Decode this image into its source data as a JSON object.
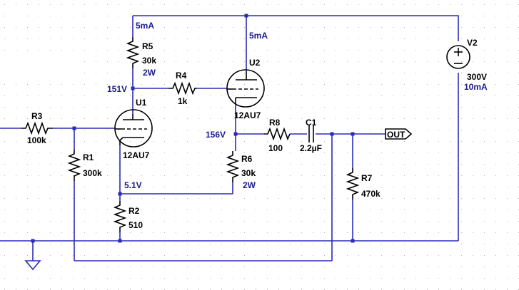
{
  "annotations": {
    "i_r5": "5mA",
    "i_u2": "5mA",
    "v_u1_plate": "151V",
    "v_u2_cathode": "156V",
    "v_cathode": "5.1V"
  },
  "components": {
    "r1": {
      "name": "R1",
      "value": "300k"
    },
    "r2": {
      "name": "R2",
      "value": "510"
    },
    "r3": {
      "name": "R3",
      "value": "100k"
    },
    "r4": {
      "name": "R4",
      "value": "1k"
    },
    "r5": {
      "name": "R5",
      "value": "30k",
      "power": "2W"
    },
    "r6": {
      "name": "R6",
      "value": "30k",
      "power": "2W"
    },
    "r7": {
      "name": "R7",
      "value": "470k"
    },
    "r8": {
      "name": "R8",
      "value": "100"
    },
    "c1": {
      "name": "C1",
      "value": "2.2µF"
    },
    "u1": {
      "name": "U1",
      "model": "12AU7"
    },
    "u2": {
      "name": "U2",
      "model": "12AU7"
    },
    "v2": {
      "name": "V2",
      "voltage": "300V",
      "current": "10mA"
    }
  },
  "output_label": "OUT",
  "colors": {
    "wire": "#2b2bb5",
    "annotation": "#1a1a8c",
    "part": "#000000",
    "grid": "#b4b4b4"
  }
}
